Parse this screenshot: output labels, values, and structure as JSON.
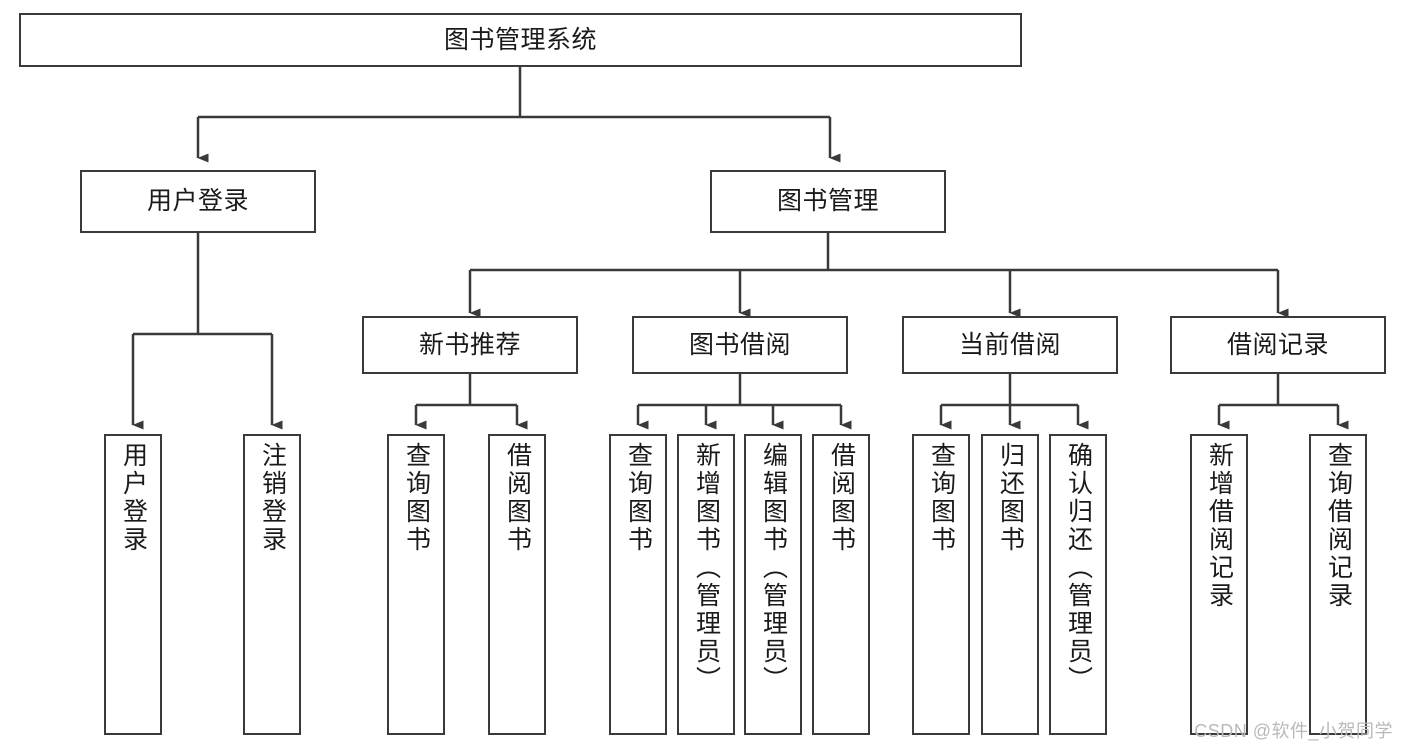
{
  "diagram": {
    "title_label": "图书管理系统",
    "watermark": "CSDN @软件_小贺同学",
    "line_color": "#3a3a3a",
    "box_fill": "#ffffff",
    "text_color": "#1a1a1a",
    "watermark_color": "#b9b9b9"
  },
  "nodes": {
    "root": {
      "label": "图书管理系统"
    },
    "level2": [
      {
        "label": "用户登录"
      },
      {
        "label": "图书管理"
      }
    ],
    "level3": [
      {
        "label": "新书推荐"
      },
      {
        "label": "图书借阅"
      },
      {
        "label": "当前借阅"
      },
      {
        "label": "借阅记录"
      }
    ],
    "leaves": {
      "user_login": [
        {
          "label": "用户登录"
        },
        {
          "label": "注销登录"
        }
      ],
      "new_book_recommend": [
        {
          "label": "查询图书"
        },
        {
          "label": "借阅图书"
        }
      ],
      "book_borrow": [
        {
          "label": "查询图书"
        },
        {
          "label": "新增图书（管理员）"
        },
        {
          "label": "编辑图书（管理员）"
        },
        {
          "label": "借阅图书"
        }
      ],
      "current_borrow": [
        {
          "label": "查询图书"
        },
        {
          "label": "归还图书"
        },
        {
          "label": "确认归还（管理员）"
        }
      ],
      "borrow_record": [
        {
          "label": "新增借阅记录"
        },
        {
          "label": "查询借阅记录"
        }
      ]
    }
  },
  "chart_data": {
    "type": "diagram",
    "subtype": "tree-hierarchy",
    "title": "图书管理系统",
    "orientation": "top-down",
    "edge_style": "orthogonal-with-arrowheads",
    "tree": {
      "name": "图书管理系统",
      "children": [
        {
          "name": "用户登录",
          "children": [
            {
              "name": "用户登录",
              "children": []
            },
            {
              "name": "注销登录",
              "children": []
            }
          ]
        },
        {
          "name": "图书管理",
          "children": [
            {
              "name": "新书推荐",
              "children": [
                {
                  "name": "查询图书",
                  "children": []
                },
                {
                  "name": "借阅图书",
                  "children": []
                }
              ]
            },
            {
              "name": "图书借阅",
              "children": [
                {
                  "name": "查询图书",
                  "children": []
                },
                {
                  "name": "新增图书（管理员）",
                  "children": []
                },
                {
                  "name": "编辑图书（管理员）",
                  "children": []
                },
                {
                  "name": "借阅图书",
                  "children": []
                }
              ]
            },
            {
              "name": "当前借阅",
              "children": [
                {
                  "name": "查询图书",
                  "children": []
                },
                {
                  "name": "归还图书",
                  "children": []
                },
                {
                  "name": "确认归还（管理员）",
                  "children": []
                }
              ]
            },
            {
              "name": "借阅记录",
              "children": [
                {
                  "name": "新增借阅记录",
                  "children": []
                },
                {
                  "name": "查询借阅记录",
                  "children": []
                }
              ]
            }
          ]
        }
      ]
    },
    "depth": 4,
    "node_count": 18,
    "leaf_count": 13
  }
}
